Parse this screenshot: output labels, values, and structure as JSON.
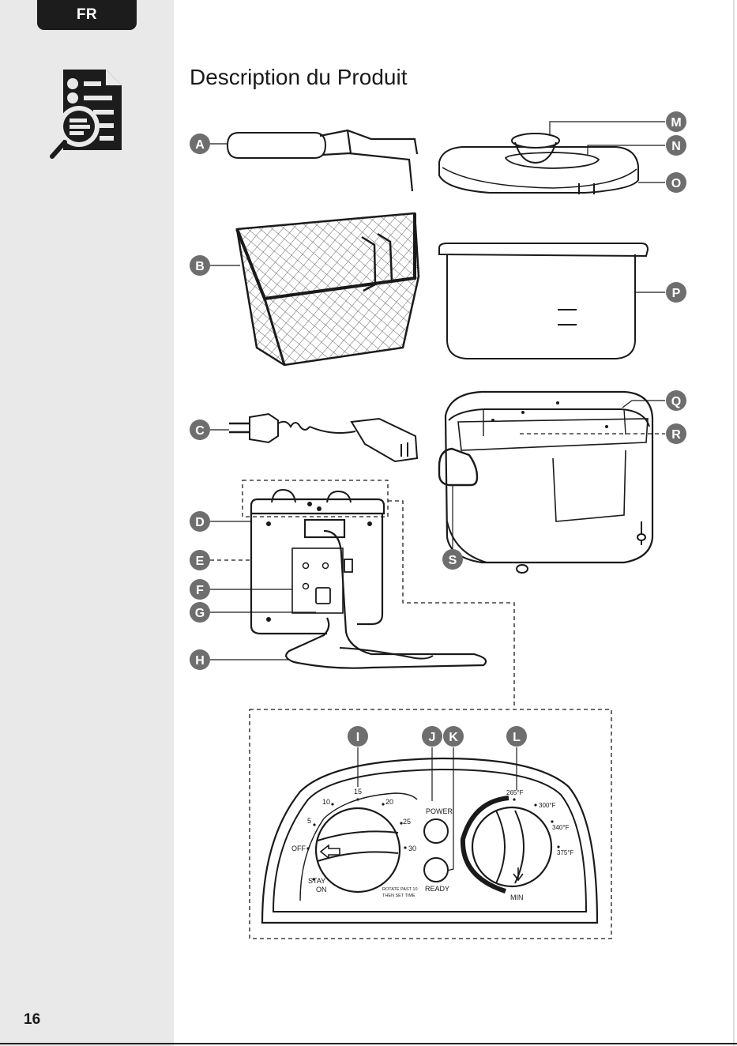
{
  "page": {
    "language_tab": "FR",
    "title": "Description du Produit",
    "page_number": "16"
  },
  "icons": {
    "document_icon": "document-search-icon"
  },
  "callouts": {
    "A": "A",
    "B": "B",
    "C": "C",
    "D": "D",
    "E": "E",
    "F": "F",
    "G": "G",
    "H": "H",
    "I": "I",
    "J": "J",
    "K": "K",
    "L": "L",
    "M": "M",
    "N": "N",
    "O": "O",
    "P": "P",
    "Q": "Q",
    "R": "R",
    "S": "S"
  },
  "control_panel": {
    "timer": {
      "off": "OFF",
      "stay": "STAY",
      "on": "ON",
      "t5": "5",
      "t10": "10",
      "t15": "15",
      "t20": "20",
      "t25": "25",
      "t30": "30",
      "note_line1": "ROTATE PAST 10",
      "note_line2": "THEN SET TIME"
    },
    "power_label": "POWER",
    "ready_label": "READY",
    "temperature": {
      "t265": "265°F",
      "t300": "300°F",
      "t340": "340°F",
      "t375": "375°F",
      "min": "MIN"
    }
  }
}
